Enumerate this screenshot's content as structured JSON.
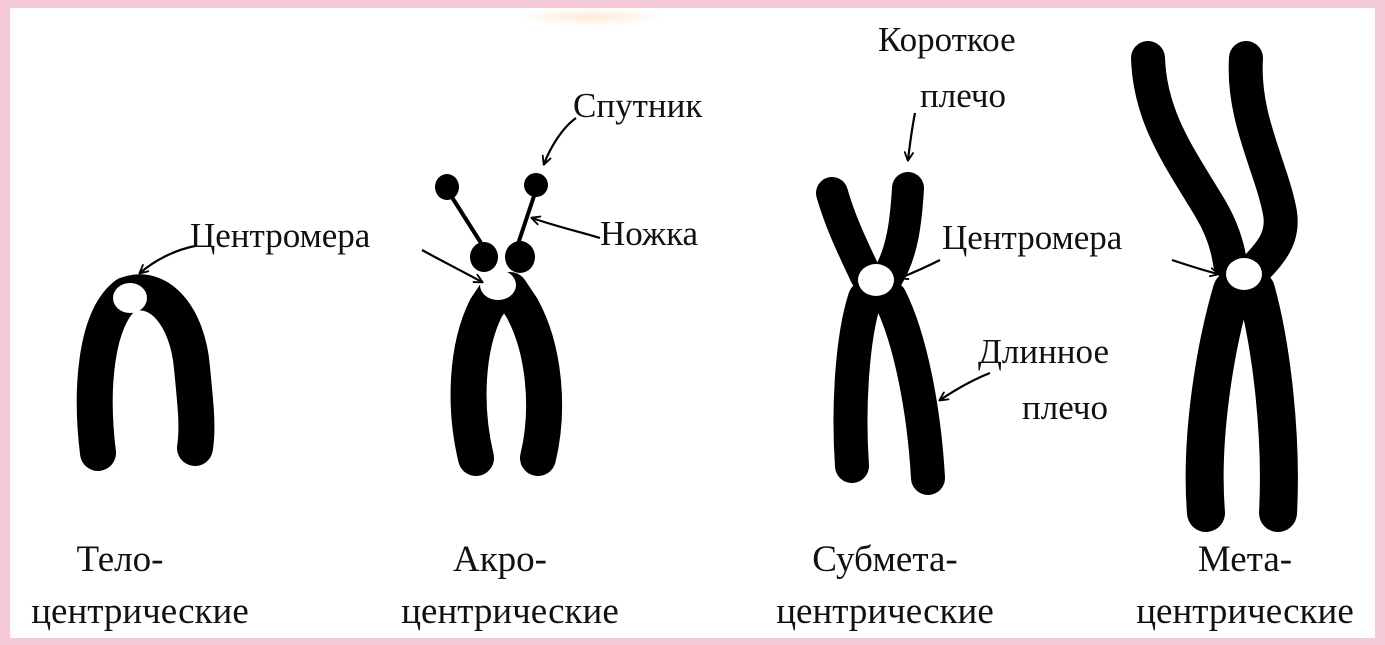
{
  "labels": {
    "centromere_left": "Центромера",
    "satellite": "Спутник",
    "stalk": "Ножка",
    "short_arm_line1": "Короткое",
    "short_arm_line2": "плечо",
    "centromere_right": "Центромера",
    "long_arm_line1": "Длинное",
    "long_arm_line2": "плечо"
  },
  "captions": [
    {
      "line1": "Тело-",
      "line2": "центрические"
    },
    {
      "line1": "Акро-",
      "line2": "центрические"
    },
    {
      "line1": "Субмета-",
      "line2": "центрические"
    },
    {
      "line1": "Мета-",
      "line2": "центрические"
    }
  ],
  "colors": {
    "frame": "#f6c9d8",
    "chromosome": "#000000",
    "centromere": "#ffffff"
  }
}
